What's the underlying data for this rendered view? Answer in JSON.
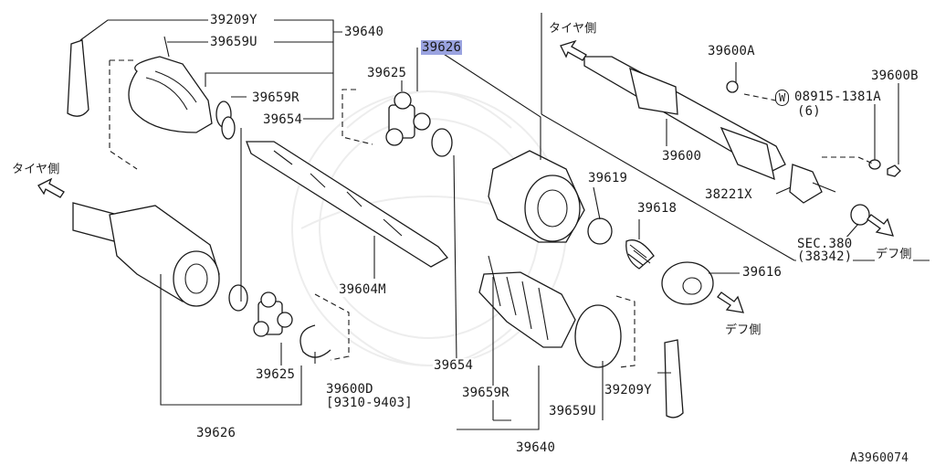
{
  "labels": {
    "p39209y_top": "39209Y",
    "p39659u_top": "39659U",
    "p39640_top": "39640",
    "p39626_top": "39626",
    "p39625_top": "39625",
    "p39659r_top": "39659R",
    "p39654_top": "39654",
    "p39604m": "39604M",
    "p39619": "39619",
    "p39618": "39618",
    "p39616": "39616",
    "p39625_bot": "39625",
    "p39600d": "39600D",
    "p39600d_range": "[9310-9403]",
    "p39626_bot": "39626",
    "p39654_bot": "39654",
    "p39659r_bot": "39659R",
    "p39659u_bot": "39659U",
    "p39209y_bot": "39209Y",
    "p39640_bot": "39640",
    "p39600a": "39600A",
    "p39600b": "39600B",
    "p08915": "08915-1381A",
    "p08915_qty": "(6)",
    "p39600": "39600",
    "p38221x": "38221X",
    "sec380": "SEC.380",
    "sec380_ref": "(38342)",
    "tire_side_top": "タイヤ側",
    "tire_side_left": "タイヤ側",
    "diff_side_right": "デフ側",
    "diff_side_mid": "デフ側",
    "w_symbol": "W",
    "diagram_code": "A3960074"
  },
  "highlight_color": "#9aa3e0"
}
